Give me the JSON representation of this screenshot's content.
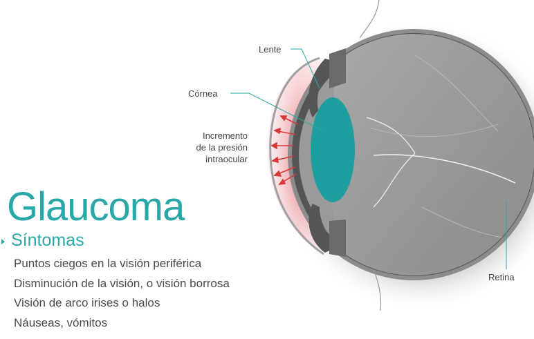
{
  "title": "Glaucoma",
  "symptoms": {
    "heading": "Síntomas",
    "items": [
      "Puntos ciegos en la visión periférica",
      "Disminución de la visión, o visión borrosa",
      "Visión de arco irises o halos",
      "Náuseas, vómitos"
    ]
  },
  "labels": {
    "lente": "Lente",
    "cornea": "Córnea",
    "pressure": [
      "Incremento",
      "de la presión",
      "intraocular"
    ],
    "retina": "Retina"
  },
  "colors": {
    "accent": "#2aa7a8",
    "lens": "#1f9ea0",
    "pressure_arrows": "#d8383a",
    "eye_gray": "#8f8f8f"
  }
}
